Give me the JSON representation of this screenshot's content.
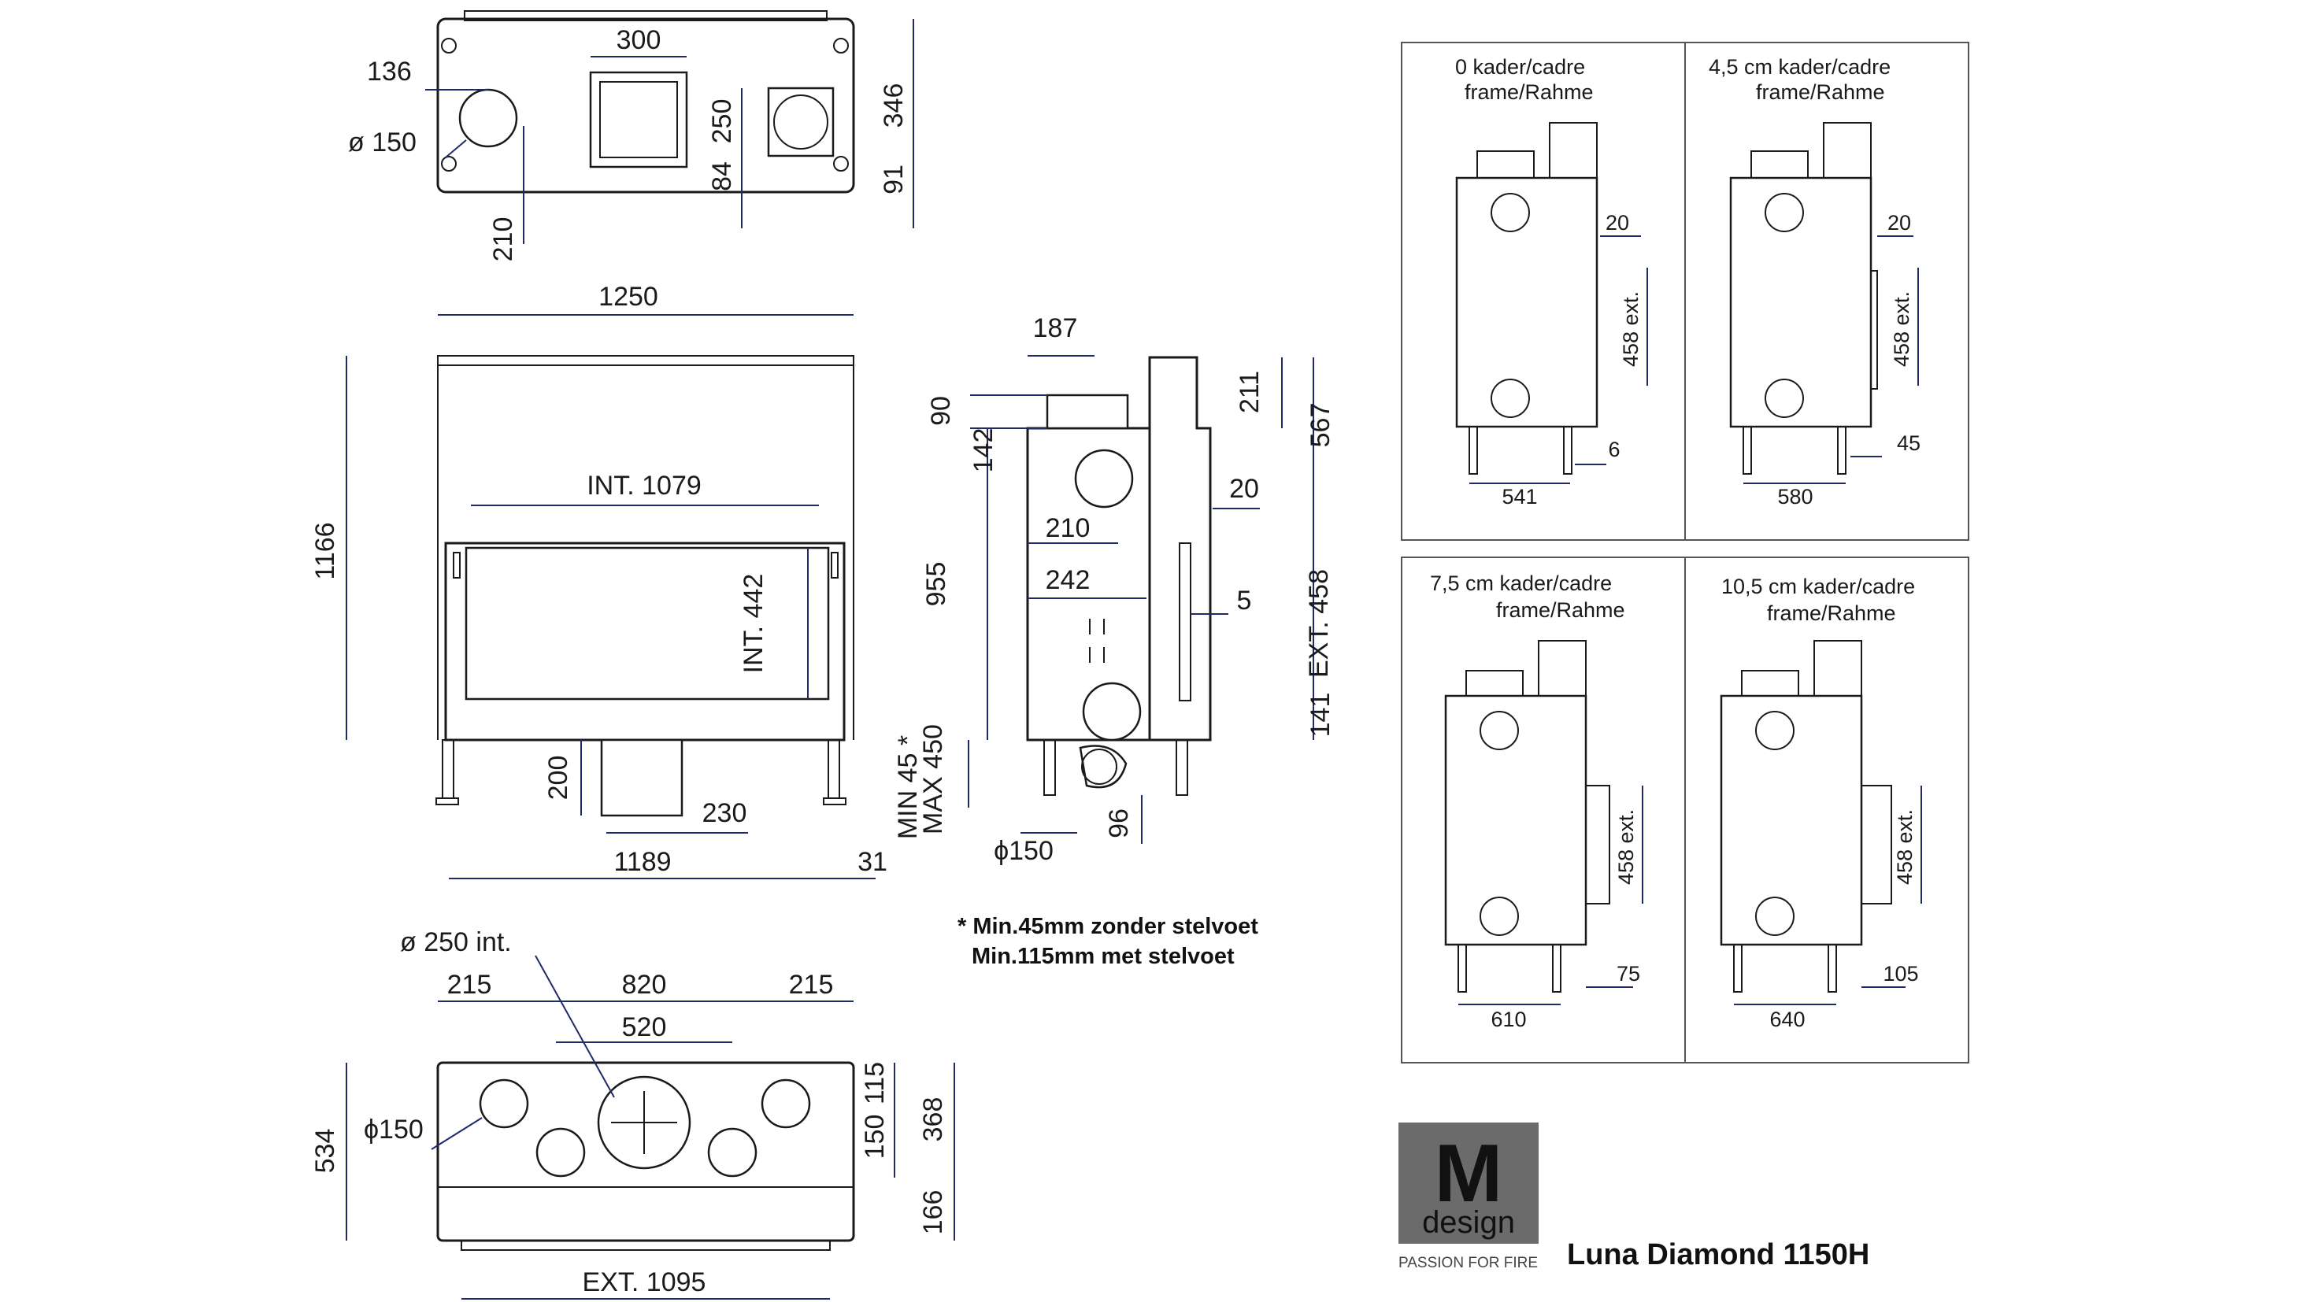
{
  "product_name": "Luna Diamond 1150H",
  "brand": {
    "letter": "M",
    "word": "design",
    "tagline": "PASSION FOR FIRE",
    "bg_color": "#6b6b6b"
  },
  "footnote": {
    "line1": "* Min.45mm zonder stelvoet",
    "line2": "Min.115mm met stelvoet"
  },
  "top_view": {
    "d_300": "300",
    "d_136": "136",
    "d_150": "ø 150",
    "d_250": "250",
    "d_84": "84",
    "d_346": "346",
    "d_91": "91",
    "d_210": "210"
  },
  "front_view": {
    "d_1250": "1250",
    "d_1166": "1166",
    "d_int_1079": "INT.  1079",
    "d_int_442": "INT.  442",
    "d_200": "200",
    "d_230": "230",
    "d_1189": "1189",
    "d_31": "31"
  },
  "side_view": {
    "d_187": "187",
    "d_90": "90",
    "d_142": "142",
    "d_211": "211",
    "d_567": "567",
    "d_20": "20",
    "d_210": "210",
    "d_242": "242",
    "d_955": "955",
    "d_5": "5",
    "d_ext_458": "EXT.  458",
    "d_141": "141",
    "d_min_max": "MIN 45 *\nMAX 450",
    "d_min": "MIN 45 *",
    "d_max": "MAX 450",
    "d_150": "ϕ150",
    "d_96": "96"
  },
  "plan_view": {
    "d_250_int": "ø  250 int.",
    "d_215_left": "215",
    "d_820": "820",
    "d_215_right": "215",
    "d_520": "520",
    "d_150": "ϕ150",
    "d_534": "534",
    "d_150_v": "150",
    "d_115": "115",
    "d_368": "368",
    "d_166": "166",
    "d_ext_1095": "EXT.  1095"
  },
  "frame_panels": [
    {
      "label_line1": "0  kader/cadre",
      "label_line2": "frame/Rahme",
      "side_dim": "20",
      "height_dim": "458 ext.",
      "offset_dim": "6",
      "width_dim": "541"
    },
    {
      "label_line1": "4,5 cm  kader/cadre",
      "label_line2": "frame/Rahme",
      "side_dim": "20",
      "height_dim": "458 ext.",
      "offset_dim": "45",
      "width_dim": "580"
    },
    {
      "label_line1": "7,5 cm kader/cadre",
      "label_line2": "frame/Rahme",
      "height_dim": "458 ext.",
      "offset_dim": "75",
      "width_dim": "610"
    },
    {
      "label_line1": "10,5 cm kader/cadre",
      "label_line2": "frame/Rahme",
      "height_dim": "458 ext.",
      "offset_dim": "105",
      "width_dim": "640"
    }
  ]
}
